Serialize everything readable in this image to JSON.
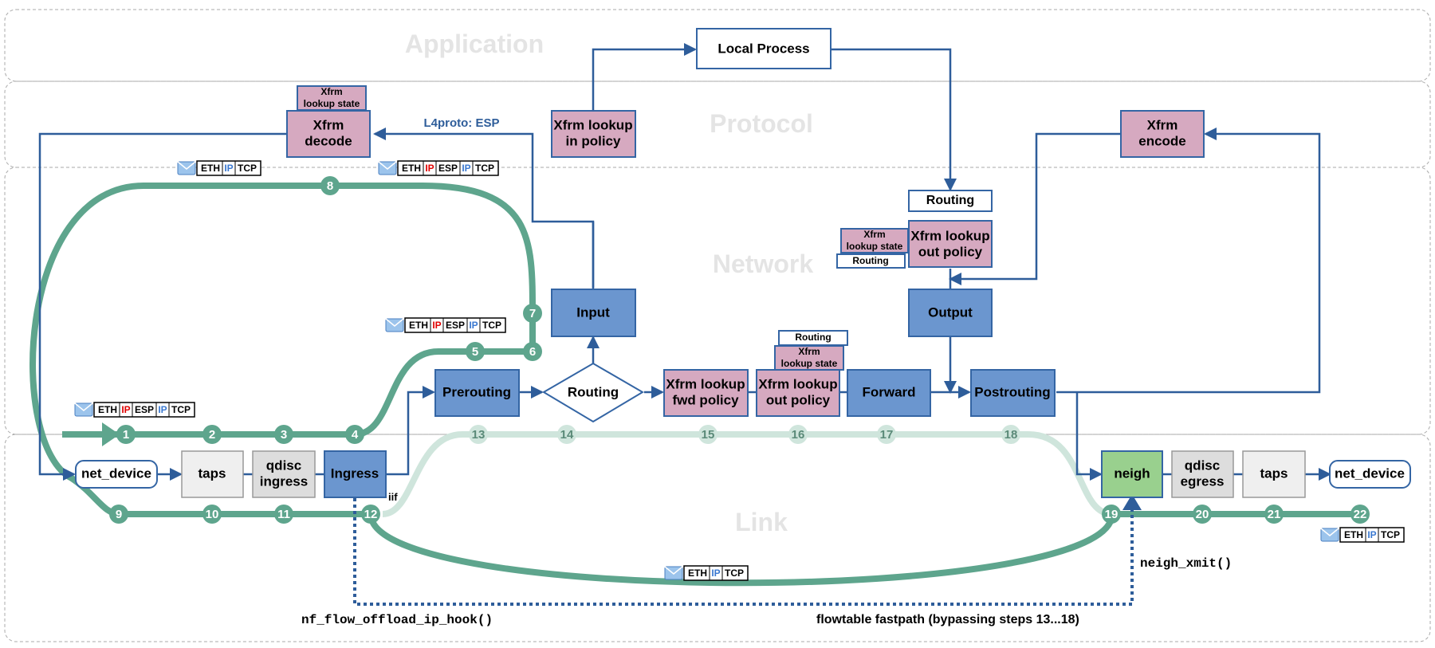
{
  "layers": {
    "application": "Application",
    "protocol": "Protocol",
    "network": "Network",
    "link": "Link"
  },
  "nodes": {
    "local_process": "Local Process",
    "xfrm_decode": [
      "Xfrm",
      "decode"
    ],
    "xfrm_lookup_state_top": [
      "Xfrm",
      "lookup state"
    ],
    "xfrm_lookup_in_policy": [
      "Xfrm lookup",
      "in policy"
    ],
    "xfrm_encode": [
      "Xfrm",
      "encode"
    ],
    "routing_out": "Routing",
    "xfrm_lookup_out_policy_top": [
      "Xfrm lookup",
      "out policy"
    ],
    "xfrm_lookup_state_side": [
      "Xfrm",
      "lookup state"
    ],
    "routing_side": "Routing",
    "input": "Input",
    "output": "Output",
    "prerouting": "Prerouting",
    "routing_diamond": "Routing",
    "xfrm_lookup_fwd_policy": [
      "Xfrm lookup",
      "fwd policy"
    ],
    "xfrm_lookup_out_policy_mid": [
      "Xfrm lookup",
      "out policy"
    ],
    "routing_small_mid": "Routing",
    "xfrm_lookup_state_mid": [
      "Xfrm",
      "lookup state"
    ],
    "forward": "Forward",
    "postrouting": "Postrouting",
    "net_device_in": "net_device",
    "taps_in": "taps",
    "qdisc_ingress": [
      "qdisc",
      "ingress"
    ],
    "ingress": "Ingress",
    "neigh": "neigh",
    "qdisc_egress": [
      "qdisc",
      "egress"
    ],
    "taps_out": "taps",
    "net_device_out": "net_device"
  },
  "labels": {
    "l4proto": "L4proto: ESP",
    "iif": "iif",
    "neigh_xmit": "neigh_xmit()",
    "nf_flow_offload": "nf_flow_offload_ip_hook()",
    "flowtable_fastpath": "flowtable fastpath (bypassing steps 13...18)"
  },
  "packets": {
    "decoded": [
      "ETH",
      "IP",
      "TCP"
    ],
    "esp": [
      "ETH",
      "IP",
      "ESP",
      "IP",
      "TCP"
    ]
  },
  "steps": [
    "1",
    "2",
    "3",
    "4",
    "5",
    "6",
    "7",
    "8",
    "9",
    "10",
    "11",
    "12",
    "13",
    "14",
    "15",
    "16",
    "17",
    "18",
    "19",
    "20",
    "21",
    "22"
  ],
  "colors": {
    "blue_box": "#6b96cf",
    "blue_border": "#3465a4",
    "pink_box": "#d6a9c0",
    "green_box": "#99d08e",
    "gray_box": "#efefef",
    "path_green": "#5ea58d",
    "path_light": "#cfe5dc",
    "arrow_blue": "#2e5d9a",
    "ip_red": "#e00000",
    "ip_blue": "#3a78d0"
  }
}
